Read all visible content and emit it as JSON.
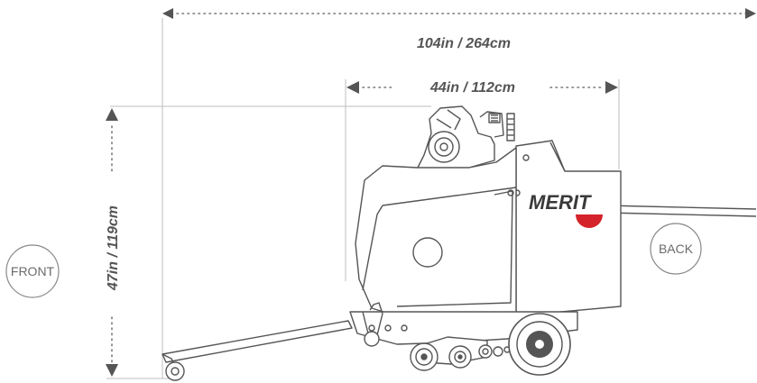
{
  "dimensions": {
    "overall_length": "104in / 264cm",
    "body_length": "44in / 112cm",
    "height": "47in / 119cm"
  },
  "view_labels": {
    "front": "FRONT",
    "back": "BACK"
  },
  "machine": {
    "brand": "MERIT"
  },
  "colors": {
    "outline": "#555555",
    "dimension_line": "#777777",
    "brand_text": "#3a3a3a",
    "brand_accent": "#d4232a"
  }
}
